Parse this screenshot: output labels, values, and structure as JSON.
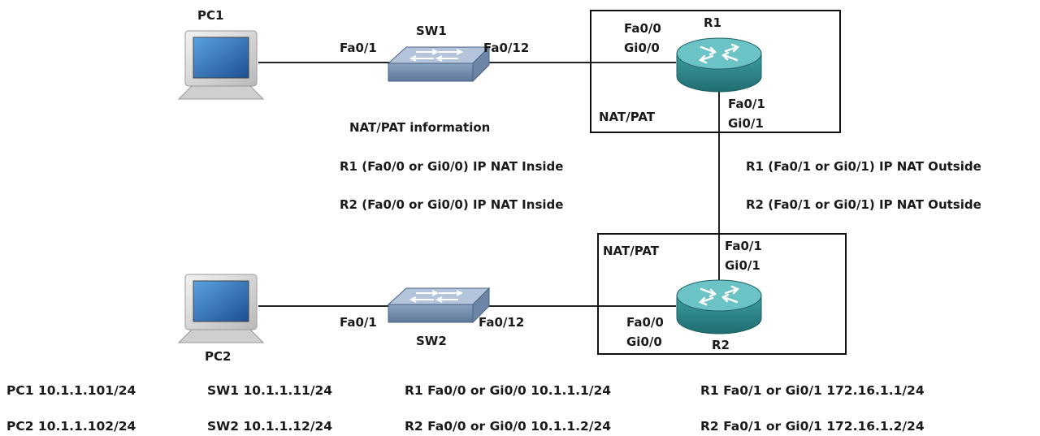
{
  "devices": {
    "pc1": "PC1",
    "pc2": "PC2",
    "sw1": "SW1",
    "sw2": "SW2",
    "r1": "R1",
    "r2": "R2"
  },
  "ports": {
    "pc1_sw1": "Fa0/1",
    "sw1_r1": "Fa0/12",
    "r1_in_a": "Fa0/0",
    "r1_in_b": "Gi0/0",
    "r1_out_a": "Fa0/1",
    "r1_out_b": "Gi0/1",
    "r2_out_a": "Fa0/1",
    "r2_out_b": "Gi0/1",
    "r2_in_a": "Fa0/0",
    "r2_in_b": "Gi0/0",
    "pc2_sw2": "Fa0/1",
    "sw2_r2": "Fa0/12"
  },
  "nat": {
    "box_label_r1": "NAT/PAT",
    "box_label_r2": "NAT/PAT",
    "heading": "NAT/PAT information",
    "r1_inside": "R1 (Fa0/0 or Gi0/0) IP NAT Inside",
    "r2_inside": "R2 (Fa0/0 or Gi0/0) IP NAT Inside",
    "r1_outside": "R1 (Fa0/1 or Gi0/1) IP NAT Outside",
    "r2_outside": "R2 (Fa0/1 or Gi0/1) IP NAT Outside"
  },
  "addressing": {
    "pc1": "PC1 10.1.1.101/24",
    "pc2": "PC2 10.1.1.102/24",
    "sw1": "SW1 10.1.1.11/24",
    "sw2": "SW2 10.1.1.12/24",
    "r1_in": "R1 Fa0/0 or Gi0/0 10.1.1.1/24",
    "r2_in": "R2 Fa0/0 or Gi0/0 10.1.1.2/24",
    "r1_out": "R1 Fa0/1 or Gi0/1 172.16.1.1/24",
    "r2_out": "R2 Fa0/1 or Gi0/1 172.16.1.2/24"
  },
  "colors": {
    "router_body": "#2f8a8e",
    "router_top": "#6cc3c6",
    "switch_body": "#7f98b8",
    "switch_top": "#aebfd6",
    "pc_body": "#d8d8d8",
    "pc_screen": "#2e6fb5",
    "line": "#222222"
  }
}
